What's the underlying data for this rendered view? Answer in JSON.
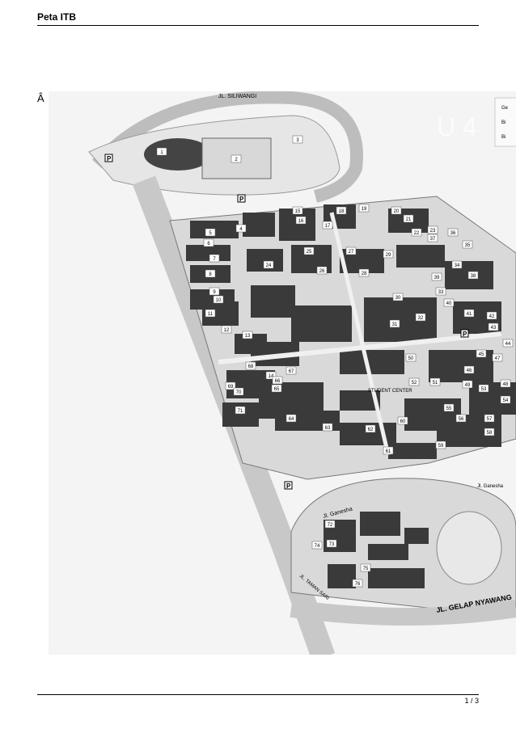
{
  "document": {
    "title": "Peta ITB",
    "stray_char": "Â",
    "page_number": "1 / 3"
  },
  "map": {
    "streets": {
      "north": "JL. SILIWANGI",
      "ganesha": "Jl. Ganesha",
      "tamansari": "JL. TAMAN SARI",
      "gelap_nyawang": "JL. GELAP NYAWANG",
      "ganesha_east": "Jl. Ganesha"
    },
    "labels": {
      "student_center": "STUDENT CENTER",
      "parking": "P",
      "watermark": "U 4"
    },
    "building_numbers": [
      "1",
      "2",
      "3",
      "4",
      "5",
      "6",
      "7",
      "8",
      "9",
      "10",
      "11",
      "12",
      "13",
      "14",
      "15",
      "16",
      "17",
      "18",
      "19",
      "20",
      "21",
      "22",
      "23",
      "24",
      "25",
      "26",
      "27",
      "28",
      "29",
      "30",
      "31",
      "32",
      "33",
      "34",
      "35",
      "36",
      "37",
      "38",
      "39",
      "40",
      "41",
      "42",
      "43",
      "44",
      "45",
      "46",
      "47",
      "48",
      "49",
      "50",
      "51",
      "52",
      "53",
      "54",
      "55",
      "56",
      "57",
      "58",
      "59",
      "60",
      "61",
      "62",
      "63",
      "64",
      "65",
      "66",
      "67",
      "68",
      "69",
      "70",
      "71",
      "72",
      "73",
      "74",
      "75",
      "76"
    ],
    "legend": [
      "Ge",
      "Bi",
      "Bi"
    ]
  }
}
